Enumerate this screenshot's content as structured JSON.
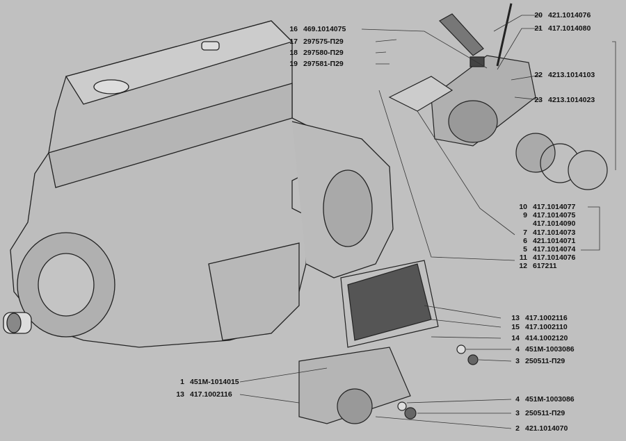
{
  "callouts": [
    {
      "num": "16",
      "code": "469.1014075"
    },
    {
      "num": "17",
      "code": "297575-П29"
    },
    {
      "num": "18",
      "code": "297580-П29"
    },
    {
      "num": "19",
      "code": "297581-П29"
    },
    {
      "num": "20",
      "code": "421.1014076"
    },
    {
      "num": "21",
      "code": "417.1014080"
    },
    {
      "num": "22",
      "code": "4213.1014103"
    },
    {
      "num": "23",
      "code": "4213.1014023"
    },
    {
      "num": "10",
      "code": "417.1014077"
    },
    {
      "num": "9",
      "code": "417.1014075"
    },
    {
      "num": "",
      "code": "417.1014090"
    },
    {
      "num": "7",
      "code": "417.1014073"
    },
    {
      "num": "6",
      "code": "421.1014071"
    },
    {
      "num": "5",
      "code": "417.1014074"
    },
    {
      "num": "11",
      "code": "417.1014076"
    },
    {
      "num": "12",
      "code": "617211"
    },
    {
      "num": "13",
      "code": "417.1002116"
    },
    {
      "num": "15",
      "code": "417.1002110"
    },
    {
      "num": "14",
      "code": "414.1002120"
    },
    {
      "num": "4",
      "code": "451М-1003086"
    },
    {
      "num": "3",
      "code": "250511-П29"
    },
    {
      "num": "4",
      "code": "451М-1003086"
    },
    {
      "num": "3",
      "code": "250511-П29"
    },
    {
      "num": "2",
      "code": "421.1014070"
    },
    {
      "num": "1",
      "code": "451М-1014015"
    },
    {
      "num": "13",
      "code": "417.1002116"
    }
  ]
}
